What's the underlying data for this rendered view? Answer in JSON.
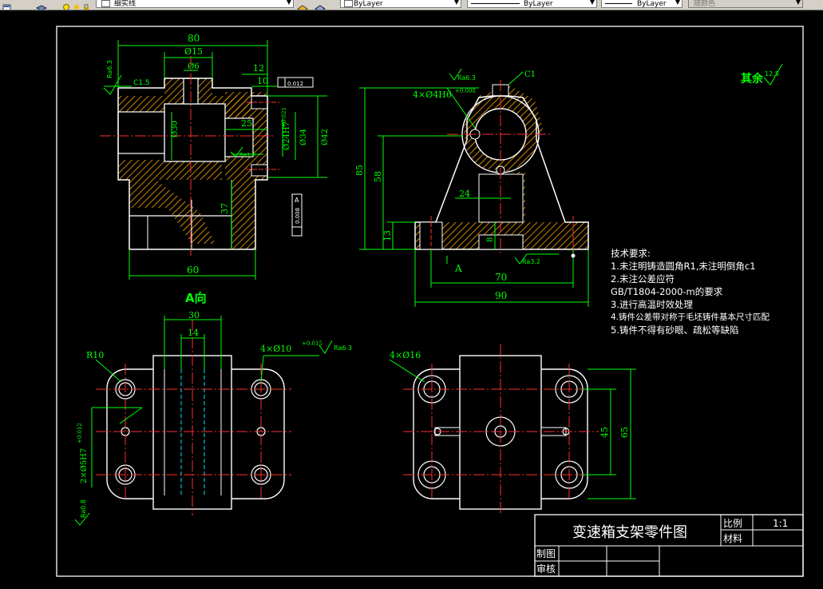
{
  "toolbar": {
    "layer_name": "细实线",
    "color_value": "ByLayer",
    "linetype_value": "ByLayer",
    "lineweight_value": "ByLayer",
    "plotstyle_value": "随颜色"
  },
  "drawing": {
    "dims_front": {
      "d80": "80",
      "d15": "Ø15",
      "d6": "Ø6",
      "d12": "12",
      "d10": "10",
      "d25": "25",
      "d30": "Ø30",
      "d24h7": "Ø24H7",
      "tol24": "+0.021",
      "tol24b": "0",
      "d34": "Ø34",
      "d42": "Ø42",
      "d37": "37",
      "d60": "60",
      "ra63": "Ra6.3",
      "ra16": "Ra1.6",
      "c15": "C1.5",
      "tol_box": "0.012",
      "tol_box2": "0.008",
      "datum": "A"
    },
    "dims_side": {
      "hole_note": "4×Ø4H6",
      "hole_tol": "+0.008",
      "hole_tol_b": "0",
      "ra63": "Ra6.3",
      "c1": "C1",
      "d85": "85",
      "d58": "58",
      "d13": "13",
      "d24": "24",
      "d8": "8",
      "d70": "70",
      "d90": "90",
      "ra32": "Ra3.2",
      "datum": "A"
    },
    "other_finish": {
      "label": "其余",
      "value": "12.5"
    },
    "view_a": {
      "title": "A向",
      "d30": "30",
      "d14": "14",
      "r10": "R10",
      "hole_note": "4×Ø10",
      "hole_tol": "+0.015",
      "hole_tol_b": "0",
      "ra63": "Ra6.3",
      "pin_note": "2×Ø5H7",
      "pin_tol": "+0.012",
      "pin_tol_b": "0",
      "ra08": "Ra0.8"
    },
    "view_bottom": {
      "hole_note": "4×Ø16",
      "d45": "45",
      "d65": "65"
    }
  },
  "notes": {
    "title": "技术要求:",
    "items": [
      "1.未注明铸造圆角R1,未注明倒角c1",
      "2.未注公差应符",
      "GB/T1804-2000-m的要求",
      "3.进行高温时效处理",
      "4.铸件公差带对称于毛坯铸件基本尺寸匹配",
      "5.铸件不得有砂眼、疏松等缺陷"
    ]
  },
  "title_block": {
    "part_name": "变速箱支架零件图",
    "scale_label": "比例",
    "scale_value": "1:1",
    "material_label": "材料",
    "drawn_label": "制图",
    "checked_label": "审核"
  }
}
